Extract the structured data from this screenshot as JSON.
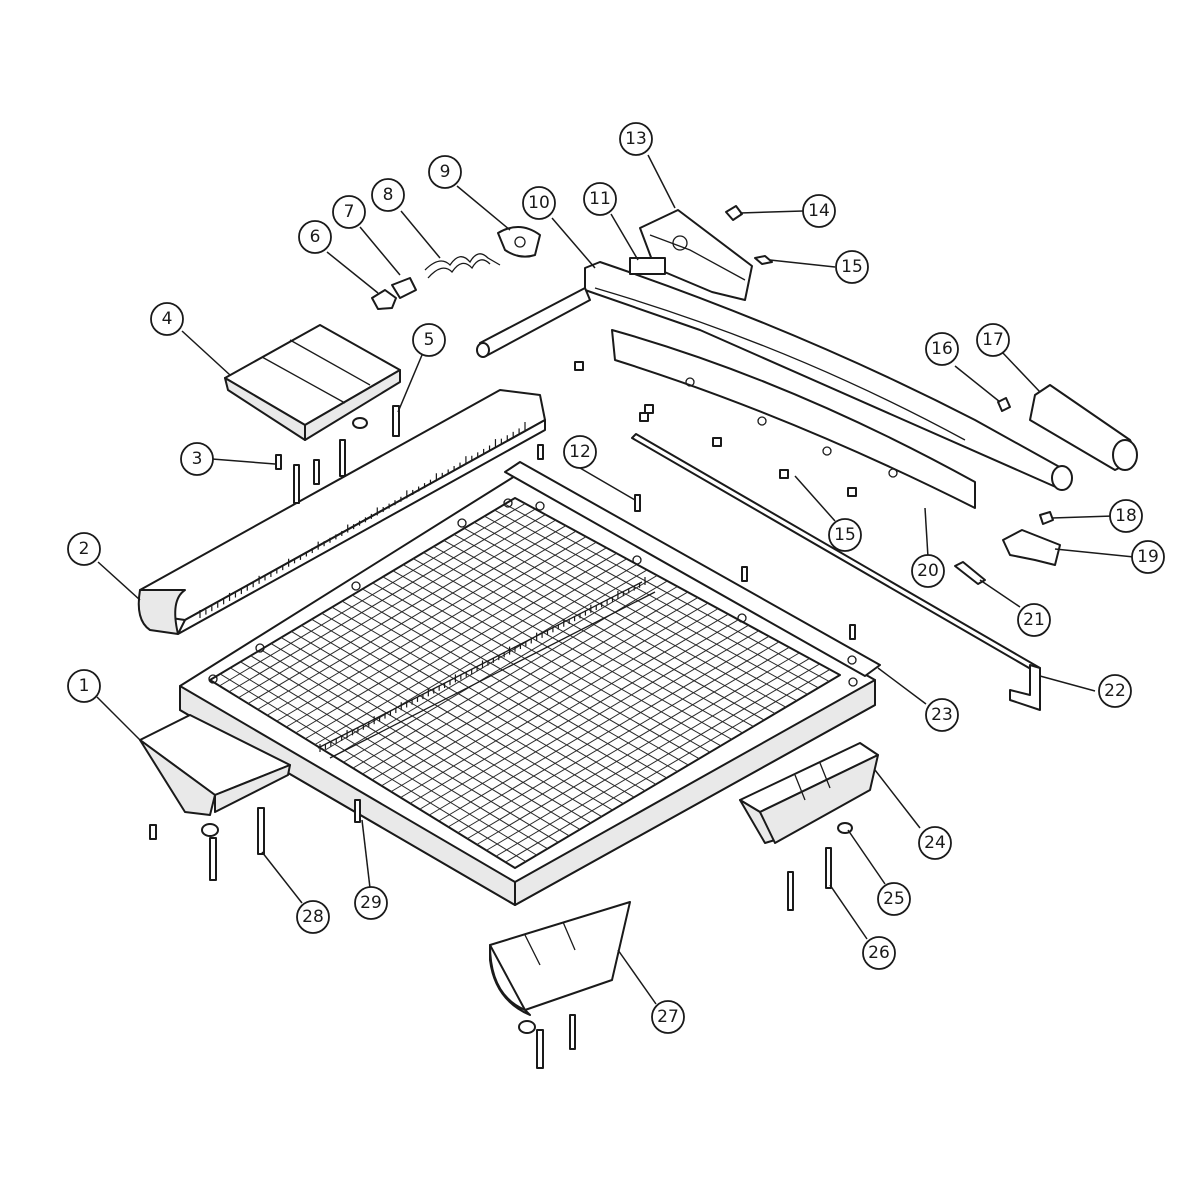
{
  "callouts": [
    {
      "label": "1"
    },
    {
      "label": "2"
    },
    {
      "label": "3"
    },
    {
      "label": "4"
    },
    {
      "label": "5"
    },
    {
      "label": "6"
    },
    {
      "label": "7"
    },
    {
      "label": "8"
    },
    {
      "label": "9"
    },
    {
      "label": "10"
    },
    {
      "label": "11"
    },
    {
      "label": "12"
    },
    {
      "label": "13"
    },
    {
      "label": "14"
    },
    {
      "label": "15"
    },
    {
      "label": "15"
    },
    {
      "label": "16"
    },
    {
      "label": "17"
    },
    {
      "label": "18"
    },
    {
      "label": "19"
    },
    {
      "label": "20"
    },
    {
      "label": "21"
    },
    {
      "label": "22"
    },
    {
      "label": "23"
    },
    {
      "label": "24"
    },
    {
      "label": "25"
    },
    {
      "label": "26"
    },
    {
      "label": "27"
    },
    {
      "label": "28"
    },
    {
      "label": "29"
    }
  ]
}
